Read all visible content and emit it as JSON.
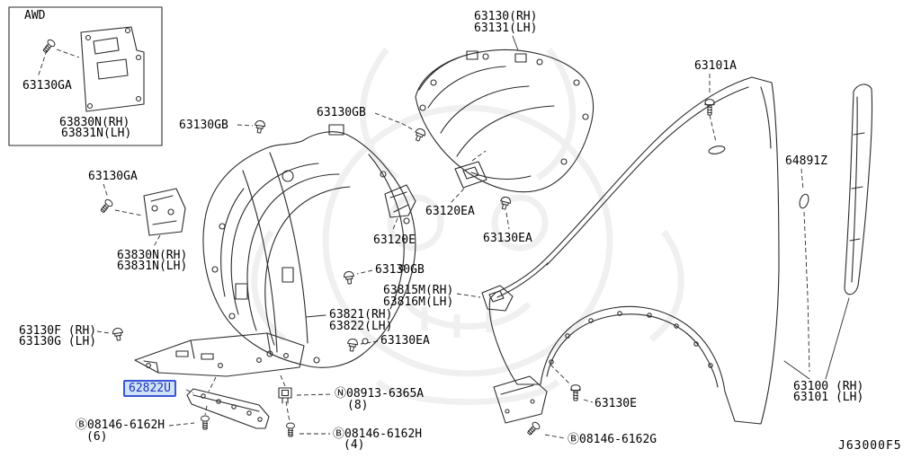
{
  "page": {
    "type": "parts-diagram",
    "drawing_code": "J63000F5"
  },
  "highlight": {
    "selected_part": "62822U",
    "text_color": "#1d2fc0",
    "border_color": "#3a55d8",
    "fill_color": "#cfe3f6"
  },
  "labels": {
    "awd": "AWD",
    "ga_inset": "63130GA",
    "n830_inset": "63830N(RH)",
    "n831_inset": "63831N(LH)",
    "gb_left": "63130GB",
    "gb_top": "63130GB",
    "t63130": "63130(RH)",
    "t63131": "63131(LH)",
    "a63101": "63101A",
    "ga_main": "63130GA",
    "n830_main": "63830N(RH)",
    "n831_main": "63831N(LH)",
    "ea63120": "63120EA",
    "e63120": "63120E",
    "ea63130r": "63130EA",
    "z64891": "64891Z",
    "gb_mid": "63130GB",
    "m63815": "63815M(RH)",
    "m63816": "63816M(LH)",
    "p63821": "63821(RH)",
    "p63822": "63822(LH)",
    "ea63130b": "63130EA",
    "f63130": "63130F (RH)",
    "g63130": "63130G (LH)",
    "u62822": "62822U",
    "n08913": "Ⓝ08913-6365A",
    "n08913q": "(8)",
    "bh6": "Ⓑ08146-6162H",
    "bh6q": "(6)",
    "bh4": "Ⓑ08146-6162H",
    "bh4q": "(4)",
    "e63130b": "63130E",
    "bg": "Ⓑ08146-6162G",
    "f63100": "63100 (RH)",
    "f63101": "63101 (LH)",
    "code": "J63000F5"
  }
}
